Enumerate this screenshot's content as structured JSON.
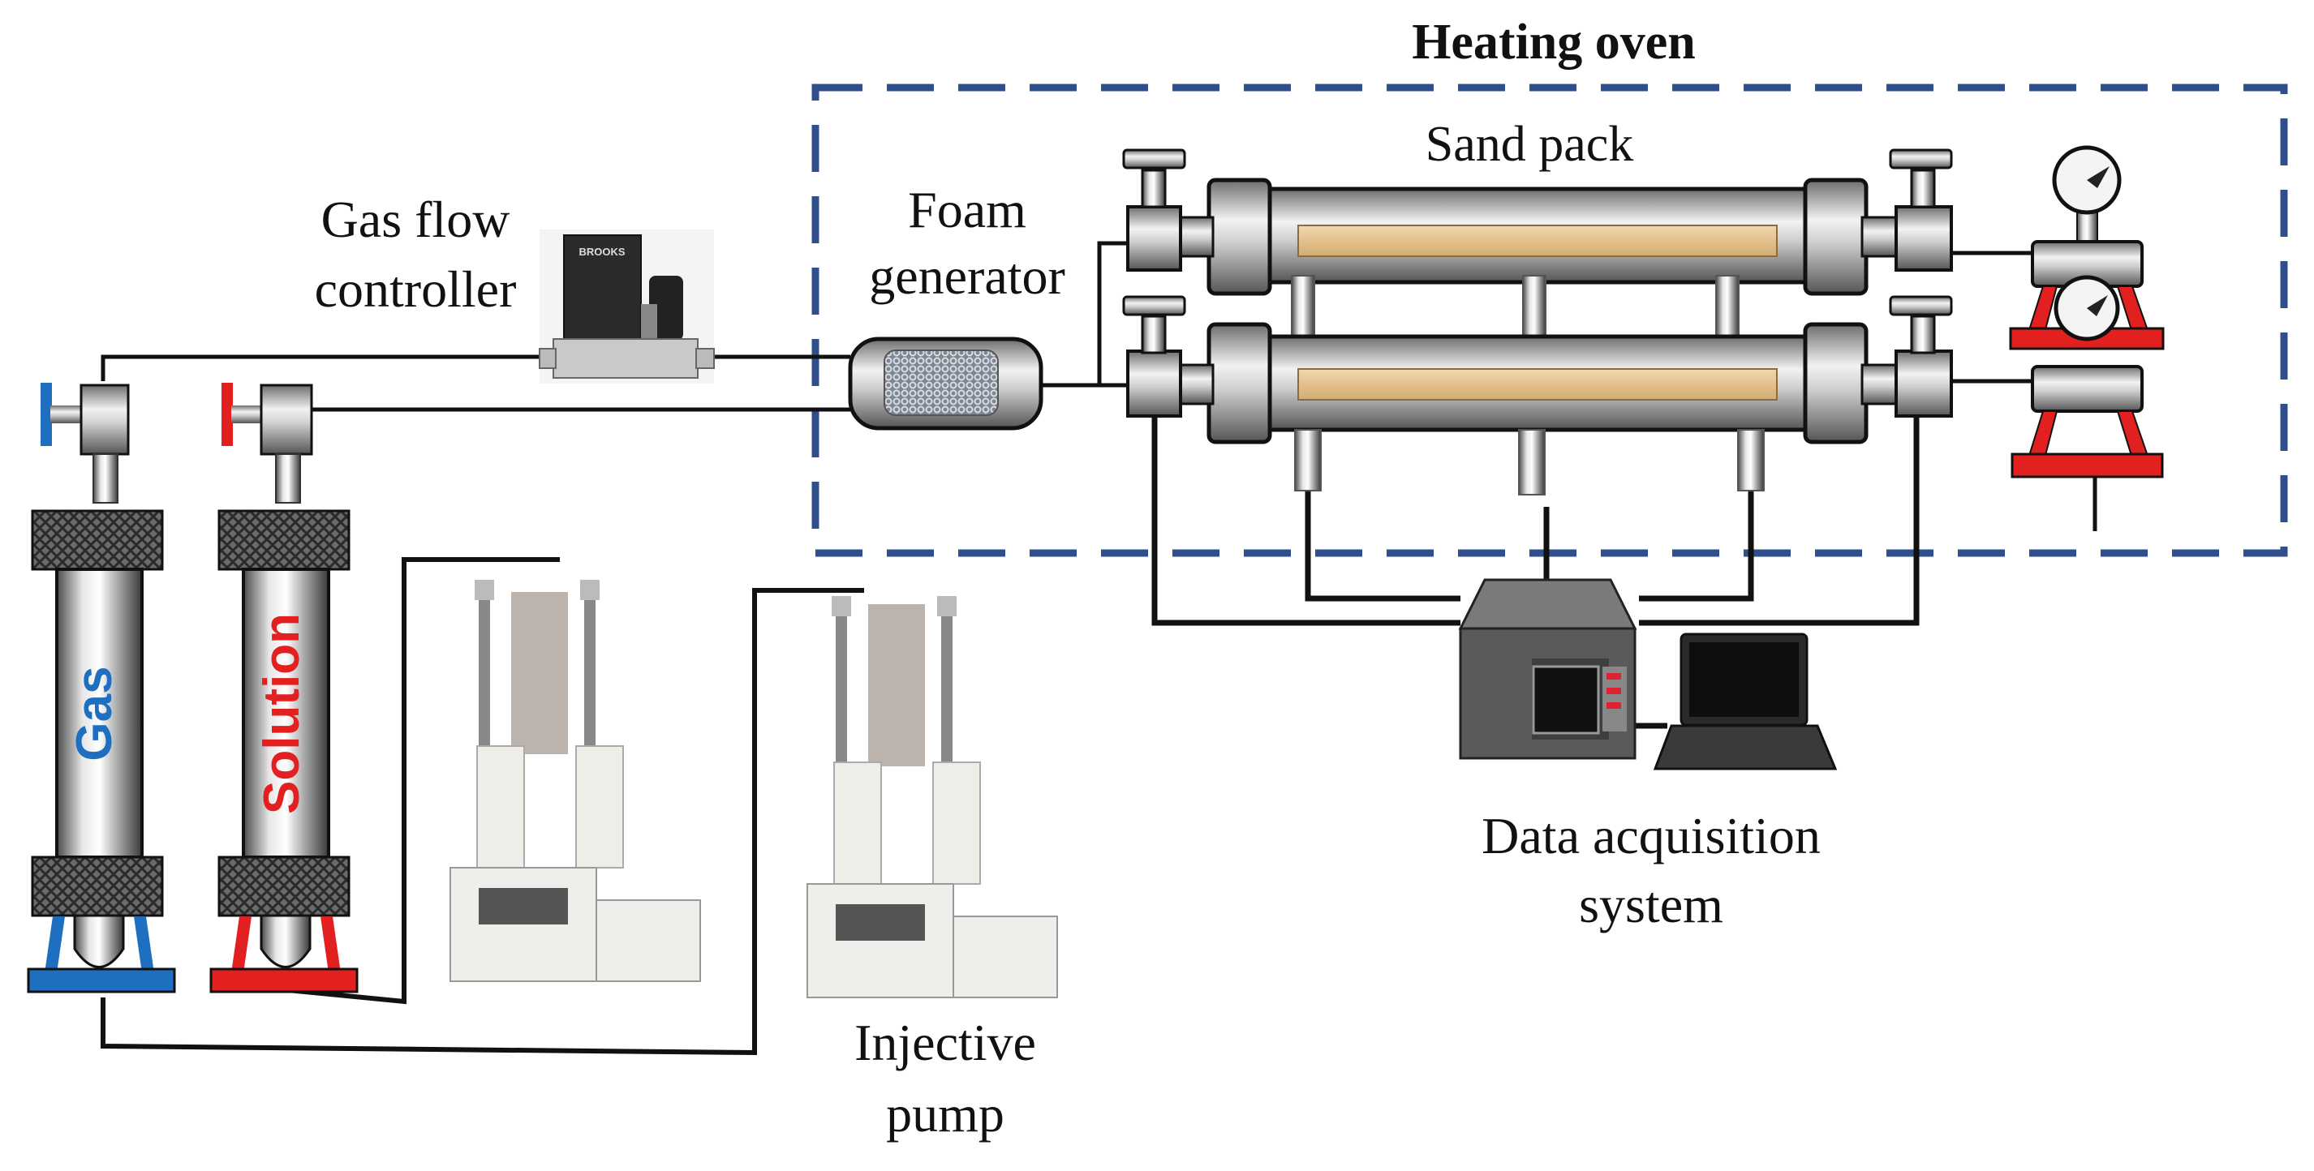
{
  "labels": {
    "heating_oven": "Heating oven",
    "sand_pack": "Sand pack",
    "gas_flow_controller_line1": "Gas flow",
    "gas_flow_controller_line2": "controller",
    "foam_generator_line1": "Foam",
    "foam_generator_line2": "generator",
    "data_acquisition_line1": "Data acquisition",
    "data_acquisition_line2": "system",
    "injective_pump_line1": "Injective",
    "injective_pump_line2": "pump",
    "gas_cylinder": "Gas",
    "solution_cylinder": "Solution",
    "controller_brand": "BROOKS"
  },
  "colors": {
    "oven_border": "#2e4f8c",
    "gas_accent": "#1f6fc0",
    "solution_accent": "#e32020",
    "sand": "#e6c89a",
    "metal": "#b8b8b8",
    "line": "#111111"
  }
}
